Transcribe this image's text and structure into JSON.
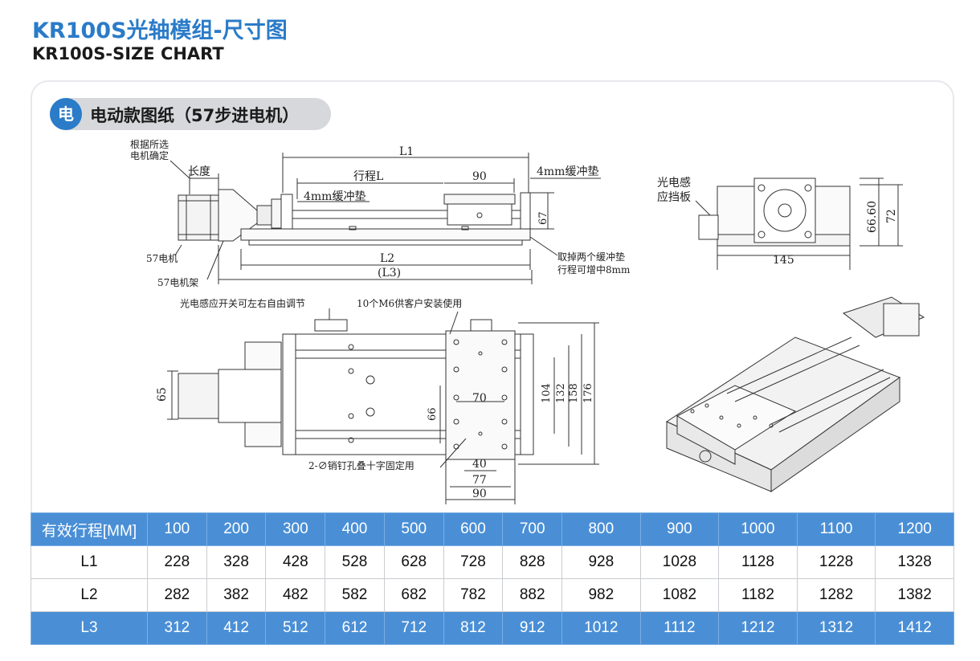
{
  "header": {
    "title": "KR100S光轴模组-尺寸图",
    "subtitle": "KR100S-SIZE CHART"
  },
  "section": {
    "badge": "电",
    "label": "电动款图纸（57步进电机）"
  },
  "drawing": {
    "note_length_1": "根据所选",
    "note_length_2": "电机确定",
    "length": "长度",
    "L1": "L1",
    "stroke": "行程L",
    "dim_90_top": "90",
    "buffer_right": "4mm缓冲垫",
    "buffer_left": "4mm缓冲垫",
    "dim_67": "67",
    "motor57": "57电机",
    "motor_mount": "57电机架",
    "L2": "L2",
    "L3": "(L3)",
    "remove_note_1": "取掉两个缓冲垫",
    "remove_note_2": "行程可增中8mm",
    "sensor_plate_1": "光电感",
    "sensor_plate_2": "应挡板",
    "dim_66_60": "66.60",
    "dim_72": "72",
    "dim_145": "145",
    "sensor_switch_note": "光电感应开关可左右自由调节",
    "m6_note": "10个M6供客户安装使用",
    "dim_65": "65",
    "dim_70": "70",
    "dim_66": "66",
    "dim_104": "104",
    "dim_132": "132",
    "dim_158": "158",
    "dim_176": "176",
    "pin_note": "2-∅销钉孔叠十字固定用",
    "dim_40": "40",
    "dim_77": "77",
    "dim_90_bottom": "90"
  },
  "table": {
    "header_label": "有效行程[MM]",
    "strokes": [
      "100",
      "200",
      "300",
      "400",
      "500",
      "600",
      "700",
      "800",
      "900",
      "1000",
      "1100",
      "1200"
    ],
    "rows": [
      {
        "label": "L1",
        "values": [
          "228",
          "328",
          "428",
          "528",
          "628",
          "728",
          "828",
          "928",
          "1028",
          "1128",
          "1228",
          "1328"
        ]
      },
      {
        "label": "L2",
        "values": [
          "282",
          "382",
          "482",
          "582",
          "682",
          "782",
          "882",
          "982",
          "1082",
          "1182",
          "1282",
          "1382"
        ]
      },
      {
        "label": "L3",
        "values": [
          "312",
          "412",
          "512",
          "612",
          "712",
          "812",
          "912",
          "1012",
          "1112",
          "1212",
          "1312",
          "1412"
        ]
      }
    ]
  },
  "colors": {
    "accent": "#2a7bc8",
    "table_blue": "#4a8fd6",
    "tag_gray": "#d6d8db"
  }
}
